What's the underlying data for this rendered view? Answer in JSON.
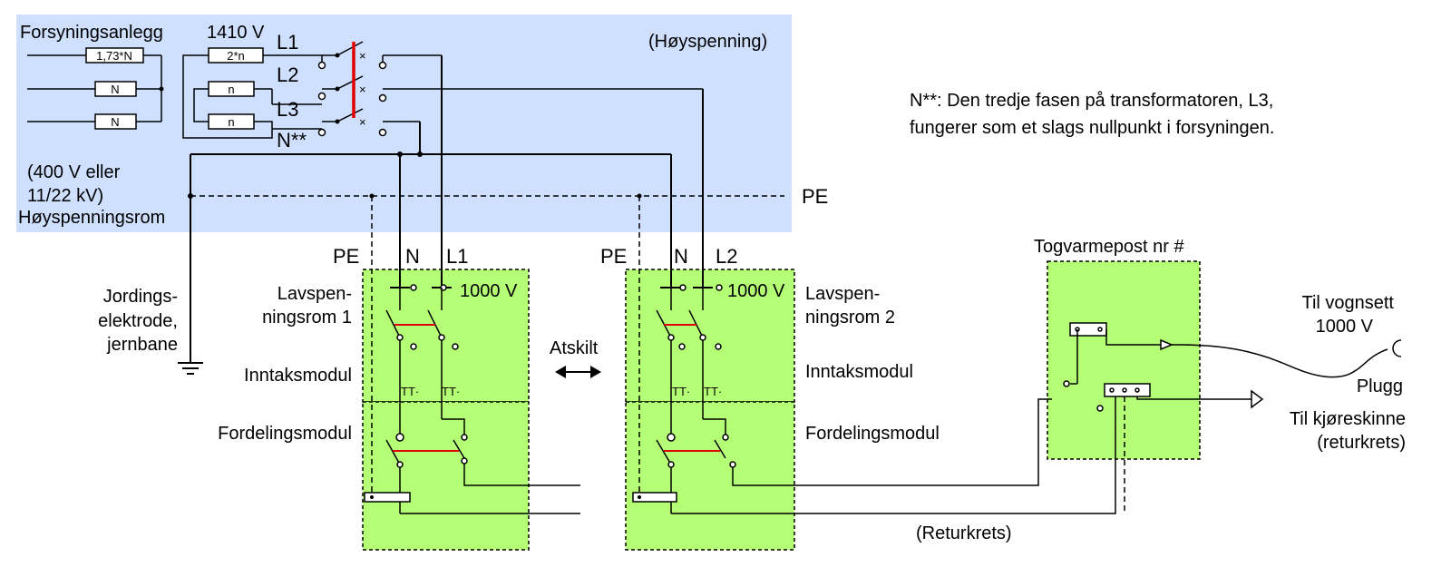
{
  "labels": {
    "forsyningsanlegg": "Forsyningsanlegg",
    "v1410": "1410 V",
    "hoyspenning": "(Høyspenning)",
    "l1": "L1",
    "l2": "L2",
    "l3": "L3",
    "nstar": "N**",
    "fuse_173n": "1,73*N",
    "fuse_n1": "N",
    "fuse_n2": "N",
    "fuse_2n": "2*n",
    "fuse_n_a": "n",
    "fuse_n_b": "n",
    "note_line1": "N**:  Den tredje fasen på transformatoren, L3,",
    "note_line2": "fungerer som et slags nullpunkt i forsyningen.",
    "v400_line1": "(400 V eller",
    "v400_line2": "11/22 kV)",
    "hoyspenningsrom": "Høyspenningsrom",
    "pe_bus": "PE",
    "col1_pe": "PE",
    "col1_n": "N",
    "col1_l": "L1",
    "col2_pe": "PE",
    "col2_n": "N",
    "col2_l": "L2",
    "v1000_1": "1000 V",
    "v1000_2": "1000 V",
    "jordings1": "Jordings-",
    "jordings2": "elektrode,",
    "jordings3": "jernbane",
    "lavspen1_1": "Lavspen-",
    "lavspen1_2": "ningsrom 1",
    "lavspen2_1": "Lavspen-",
    "lavspen2_2": "ningsrom 2",
    "atskilt": "Atskilt",
    "inntak1": "Inntaksmodul",
    "inntak2": "Inntaksmodul",
    "fordel1": "Fordelingsmodul",
    "fordel2": "Fordelingsmodul",
    "togvarmepost": "Togvarmepost nr #",
    "til_vognsett1": "Til vognsett",
    "til_vognsett2": "1000 V",
    "plugg": "Plugg",
    "til_kjoreskinne1": "Til kjøreskinne",
    "til_kjoreskinne2": "(returkrets)",
    "returkrets": "(Returkrets)"
  },
  "colors": {
    "hv_area": "#cfe0ff",
    "module_fill": "#b5ff76",
    "interlock": "#e00000"
  }
}
